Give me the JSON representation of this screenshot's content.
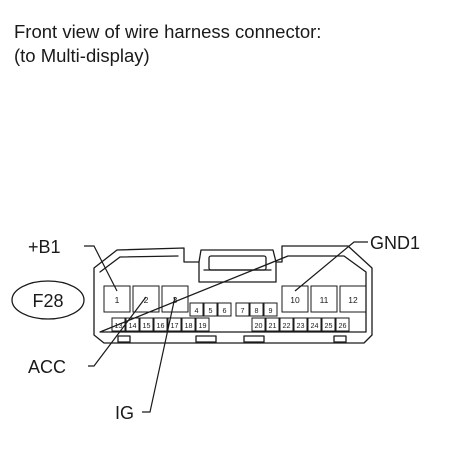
{
  "caption": {
    "line1": "Front view of wire harness connector:",
    "line2": "(to Multi-display)"
  },
  "connector": {
    "code": "F28",
    "pins_large": [
      "1",
      "2",
      "3",
      "10",
      "11",
      "12"
    ],
    "pins_upper_mid": [
      "4",
      "5",
      "6",
      "7",
      "8",
      "9"
    ],
    "pins_lower": [
      "13",
      "14",
      "15",
      "16",
      "17",
      "18",
      "19",
      "20",
      "21",
      "22",
      "23",
      "24",
      "25",
      "26"
    ]
  },
  "callouts": {
    "b1": "+B1",
    "gnd1": "GND1",
    "acc": "ACC",
    "ig": "IG"
  }
}
